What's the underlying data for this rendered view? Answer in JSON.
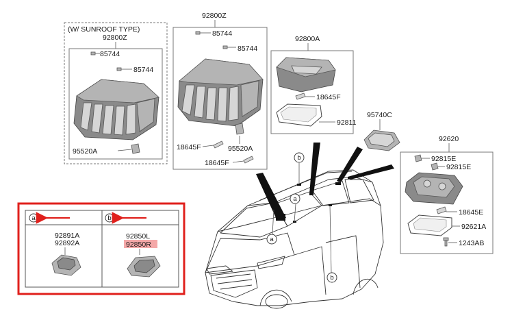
{
  "sunroof_group": {
    "title": "(W/ SUNROOF TYPE)",
    "assembly_number": "92800Z",
    "parts": [
      "85744",
      "85744",
      "95520A"
    ]
  },
  "standard_group": {
    "assembly_number": "92800Z",
    "parts": [
      "85744",
      "85744",
      "18645F",
      "95520A",
      "18645F"
    ]
  },
  "rear_group": {
    "assembly_number": "92800A",
    "parts": [
      "18645F",
      "92811"
    ]
  },
  "cover_part": "95740C",
  "room_lamp_group": {
    "assembly_number": "92620",
    "parts": [
      "92815E",
      "92815E",
      "18645E",
      "92621A",
      "1243AB"
    ]
  },
  "callouts": {
    "a": "a",
    "b": "b"
  },
  "legend": {
    "panel_a": {
      "marker": "a",
      "part_1": "92891A",
      "part_2": "92892A"
    },
    "panel_b": {
      "marker": "b",
      "part_1": "92850L",
      "part_2": "92850R"
    },
    "highlight_color": "#f4a8a8",
    "frame_color": "#e0201c"
  }
}
